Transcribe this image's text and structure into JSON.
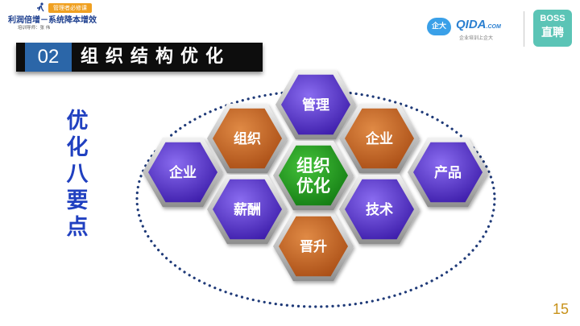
{
  "header": {
    "course_tag": "管理者必修课",
    "course_title": "利润倍增－系统降本增效",
    "course_teacher": "培训导师：张 伟"
  },
  "logos": {
    "qida_badge": "企大",
    "qida_brand": "QIDA",
    "qida_domain": ".COM",
    "qida_slogan": "企业培训上企大",
    "boss_line1": "BOSS",
    "boss_line2": "直聘"
  },
  "section": {
    "number": "02",
    "title": "组织结构优化"
  },
  "side_label": [
    "优",
    "化",
    "八",
    "要",
    "点"
  ],
  "diagram": {
    "center": {
      "line1": "组织",
      "line2": "优化"
    },
    "hexagons": [
      {
        "label": "管理",
        "color": "purple"
      },
      {
        "label": "组织",
        "color": "orange"
      },
      {
        "label": "企业",
        "color": "orange"
      },
      {
        "label": "企业",
        "color": "purple"
      },
      {
        "label": "产品",
        "color": "purple"
      },
      {
        "label": "薪酬",
        "color": "purple"
      },
      {
        "label": "技术",
        "color": "purple"
      },
      {
        "label": "晋升",
        "color": "orange"
      }
    ],
    "colors": {
      "purple_light": "#8a6cf0",
      "purple_dark": "#3a1aa8",
      "orange_light": "#e08a45",
      "orange_dark": "#a84c14",
      "green_light": "#44c23a",
      "green_dark": "#127a12",
      "frame_light": "#e9e9e9",
      "frame_dark": "#8d8d8d",
      "ellipse_dot": "#1f3a78"
    }
  },
  "page_number": "15"
}
